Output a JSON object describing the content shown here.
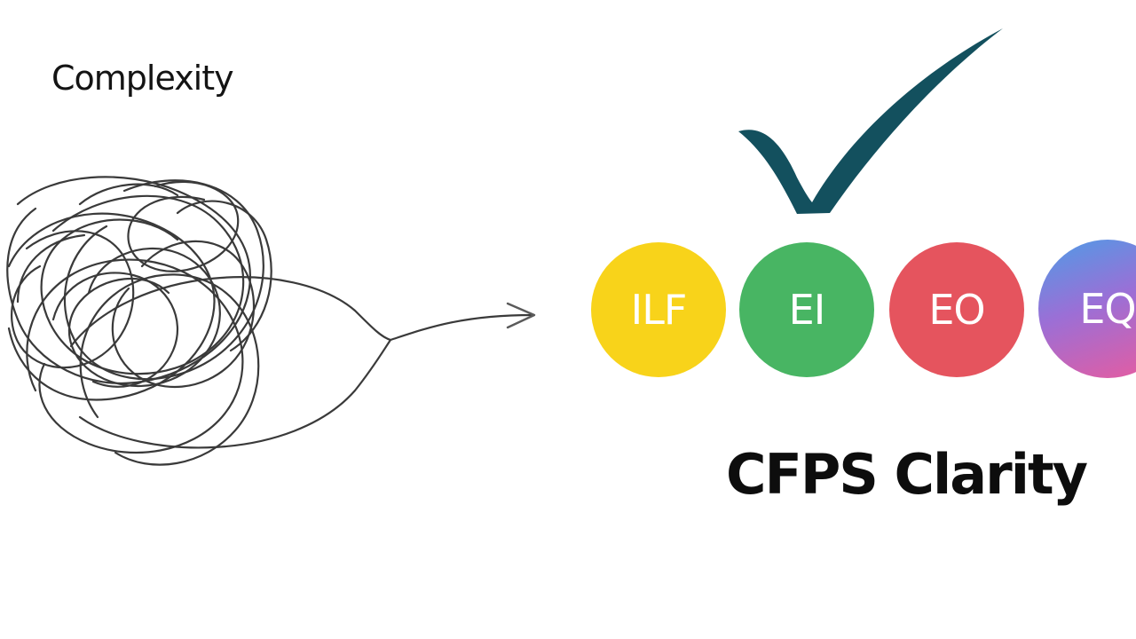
{
  "left": {
    "title": "Complexity"
  },
  "right": {
    "title": "CFPS Clarity",
    "check_color": "#13505e",
    "circles": [
      {
        "label": "ILF",
        "color": "#f8d31a"
      },
      {
        "label": "EI",
        "color": "#48b563"
      },
      {
        "label": "EO",
        "color": "#e5545e"
      },
      {
        "label": "EQ",
        "gradient_from": "#4e9ce6",
        "gradient_to": "#ec5a9c"
      }
    ]
  }
}
